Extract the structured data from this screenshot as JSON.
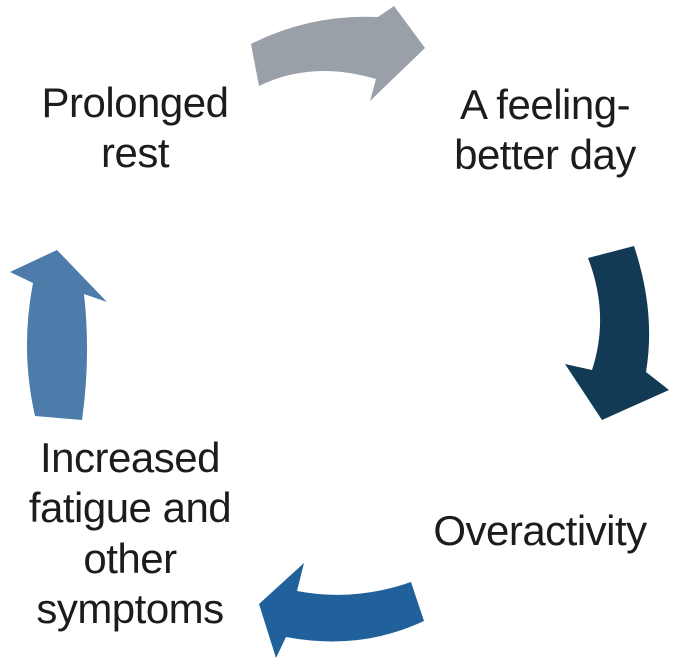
{
  "colors": {
    "background": "#ffffff",
    "text": "#1c1c1c",
    "arrow_gray": "#9aa0a8",
    "arrow_navy": "#123a54",
    "arrow_blue_dark": "#20619b",
    "arrow_blue_light": "#4d7cab"
  },
  "diagram": {
    "type": "cycle",
    "nodes": [
      {
        "id": "prolonged-rest",
        "label": "Prolonged\nrest"
      },
      {
        "id": "feeling-better-day",
        "label": "A feeling-\nbetter day"
      },
      {
        "id": "overactivity",
        "label": "Overactivity"
      },
      {
        "id": "increased-fatigue",
        "label": "Increased\nfatigue and\nother\nsymptoms"
      }
    ],
    "arrows": [
      {
        "name": "arrow-top",
        "from": "Prolonged rest",
        "to": "A feeling-better day",
        "direction": "right",
        "color": "#9aa0a8"
      },
      {
        "name": "arrow-right",
        "from": "A feeling-better day",
        "to": "Overactivity",
        "direction": "down",
        "color": "#123a54"
      },
      {
        "name": "arrow-bottom",
        "from": "Overactivity",
        "to": "Increased fatigue and other symptoms",
        "direction": "left",
        "color": "#20619b"
      },
      {
        "name": "arrow-left",
        "from": "Increased fatigue and other symptoms",
        "to": "Prolonged rest",
        "direction": "up",
        "color": "#4d7cab"
      }
    ]
  }
}
